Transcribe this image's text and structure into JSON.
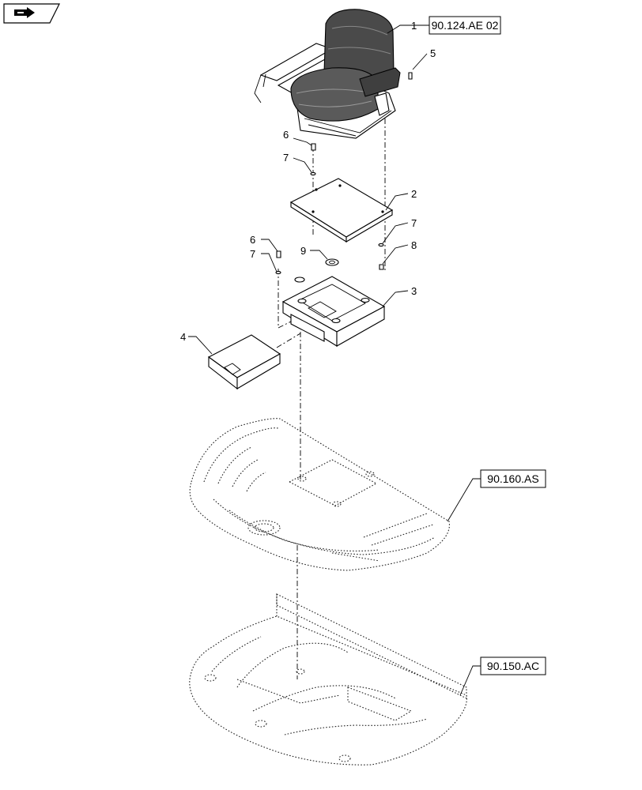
{
  "nav": {
    "icon": "next-page-arrow-icon"
  },
  "callouts": [
    {
      "id": "1",
      "label": "1"
    },
    {
      "id": "2",
      "label": "2"
    },
    {
      "id": "3",
      "label": "3"
    },
    {
      "id": "4",
      "label": "4"
    },
    {
      "id": "5",
      "label": "5"
    },
    {
      "id": "6a",
      "label": "6"
    },
    {
      "id": "7a",
      "label": "7"
    },
    {
      "id": "7b",
      "label": "7"
    },
    {
      "id": "8",
      "label": "8"
    },
    {
      "id": "6b",
      "label": "6"
    },
    {
      "id": "7c",
      "label": "7"
    },
    {
      "id": "9",
      "label": "9"
    }
  ],
  "references": [
    {
      "id": "seat-ref",
      "label": "90.124.AE 02"
    },
    {
      "id": "mat-ref",
      "label": "90.160.AS"
    },
    {
      "id": "floor-ref",
      "label": "90.150.AC"
    }
  ],
  "colors": {
    "line": "#000000",
    "background": "#ffffff",
    "seat_fill": "#555555"
  }
}
